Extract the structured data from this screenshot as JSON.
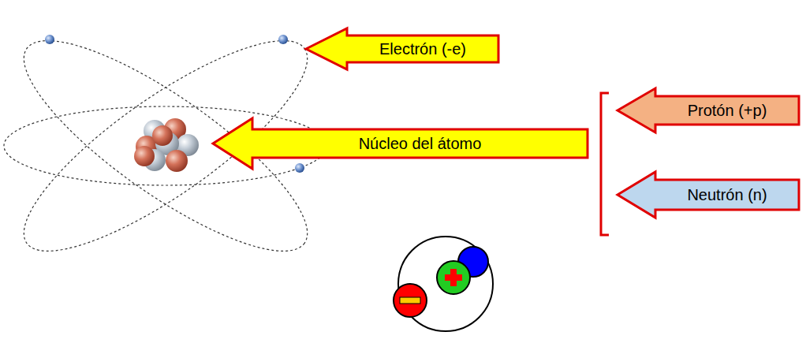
{
  "diagram": {
    "nodes": [
      {
        "text": [
          "Electrón (-e)"
        ]
      },
      {
        "text": [
          "Núcleo del átomo"
        ]
      },
      {
        "text": [
          "Protón (+p)"
        ]
      },
      {
        "text": [
          "Neutrón (n)"
        ]
      }
    ]
  }
}
